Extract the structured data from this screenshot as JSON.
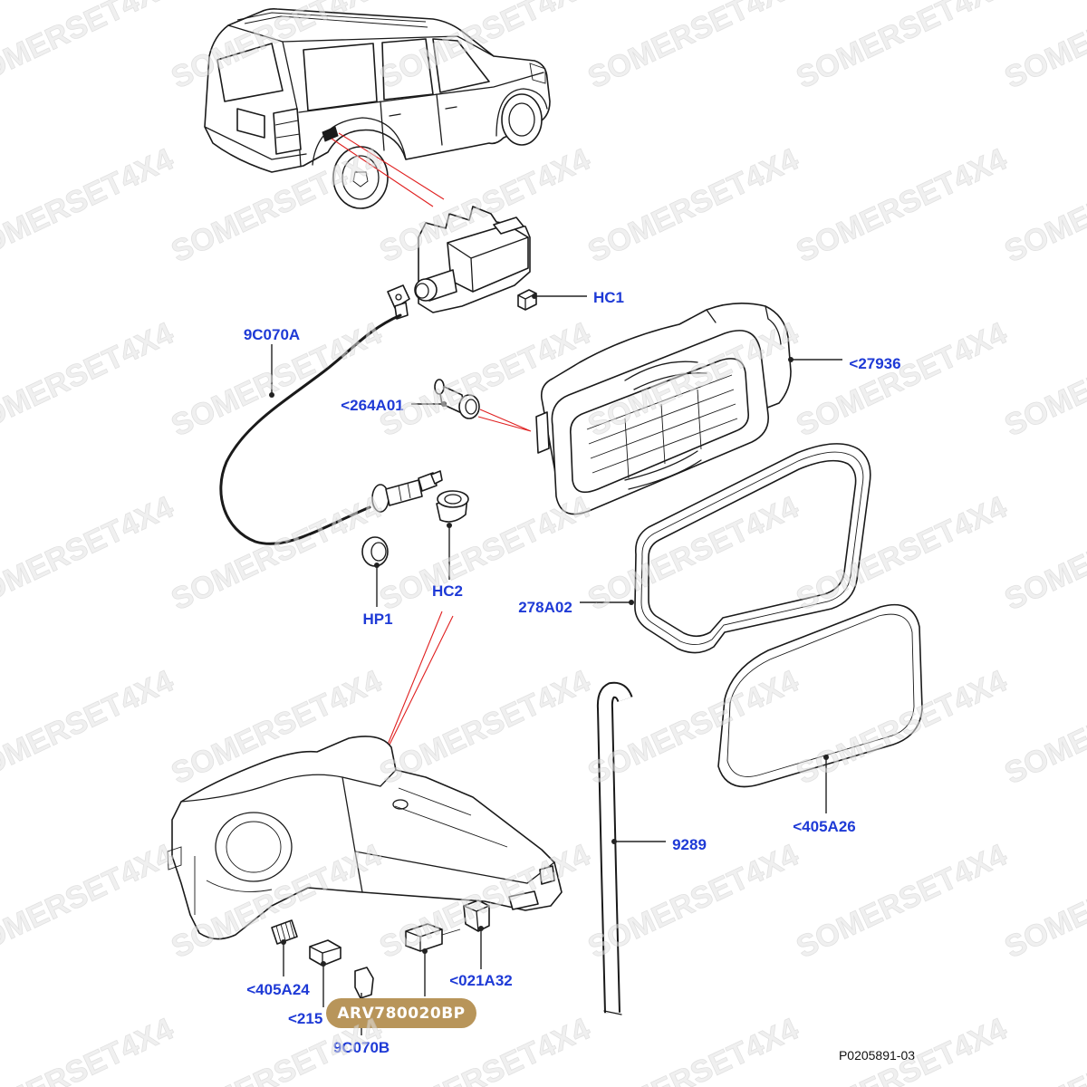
{
  "callouts": {
    "hc1": "HC1",
    "cable_9c070a": "9C070A",
    "part_27936": "<27936",
    "part_264a01": "<264A01",
    "hc2": "HC2",
    "hp1": "HP1",
    "part_278a02": "278A02",
    "part_9289": "9289",
    "part_405a26": "<405A26",
    "part_405a24": "<405A24",
    "part_021a32": "<021A32",
    "part_215": "<215",
    "cable_9c070b": "9C070B"
  },
  "badge": {
    "label": "ARV780020BP"
  },
  "figure_code": "P0205891-03",
  "watermark": "SOMERSET4X4",
  "colors": {
    "callout": "#1e3ad6",
    "badge": "#b8955a",
    "leader_highlight": "#e02020",
    "line_art": "#1a1a1a"
  }
}
